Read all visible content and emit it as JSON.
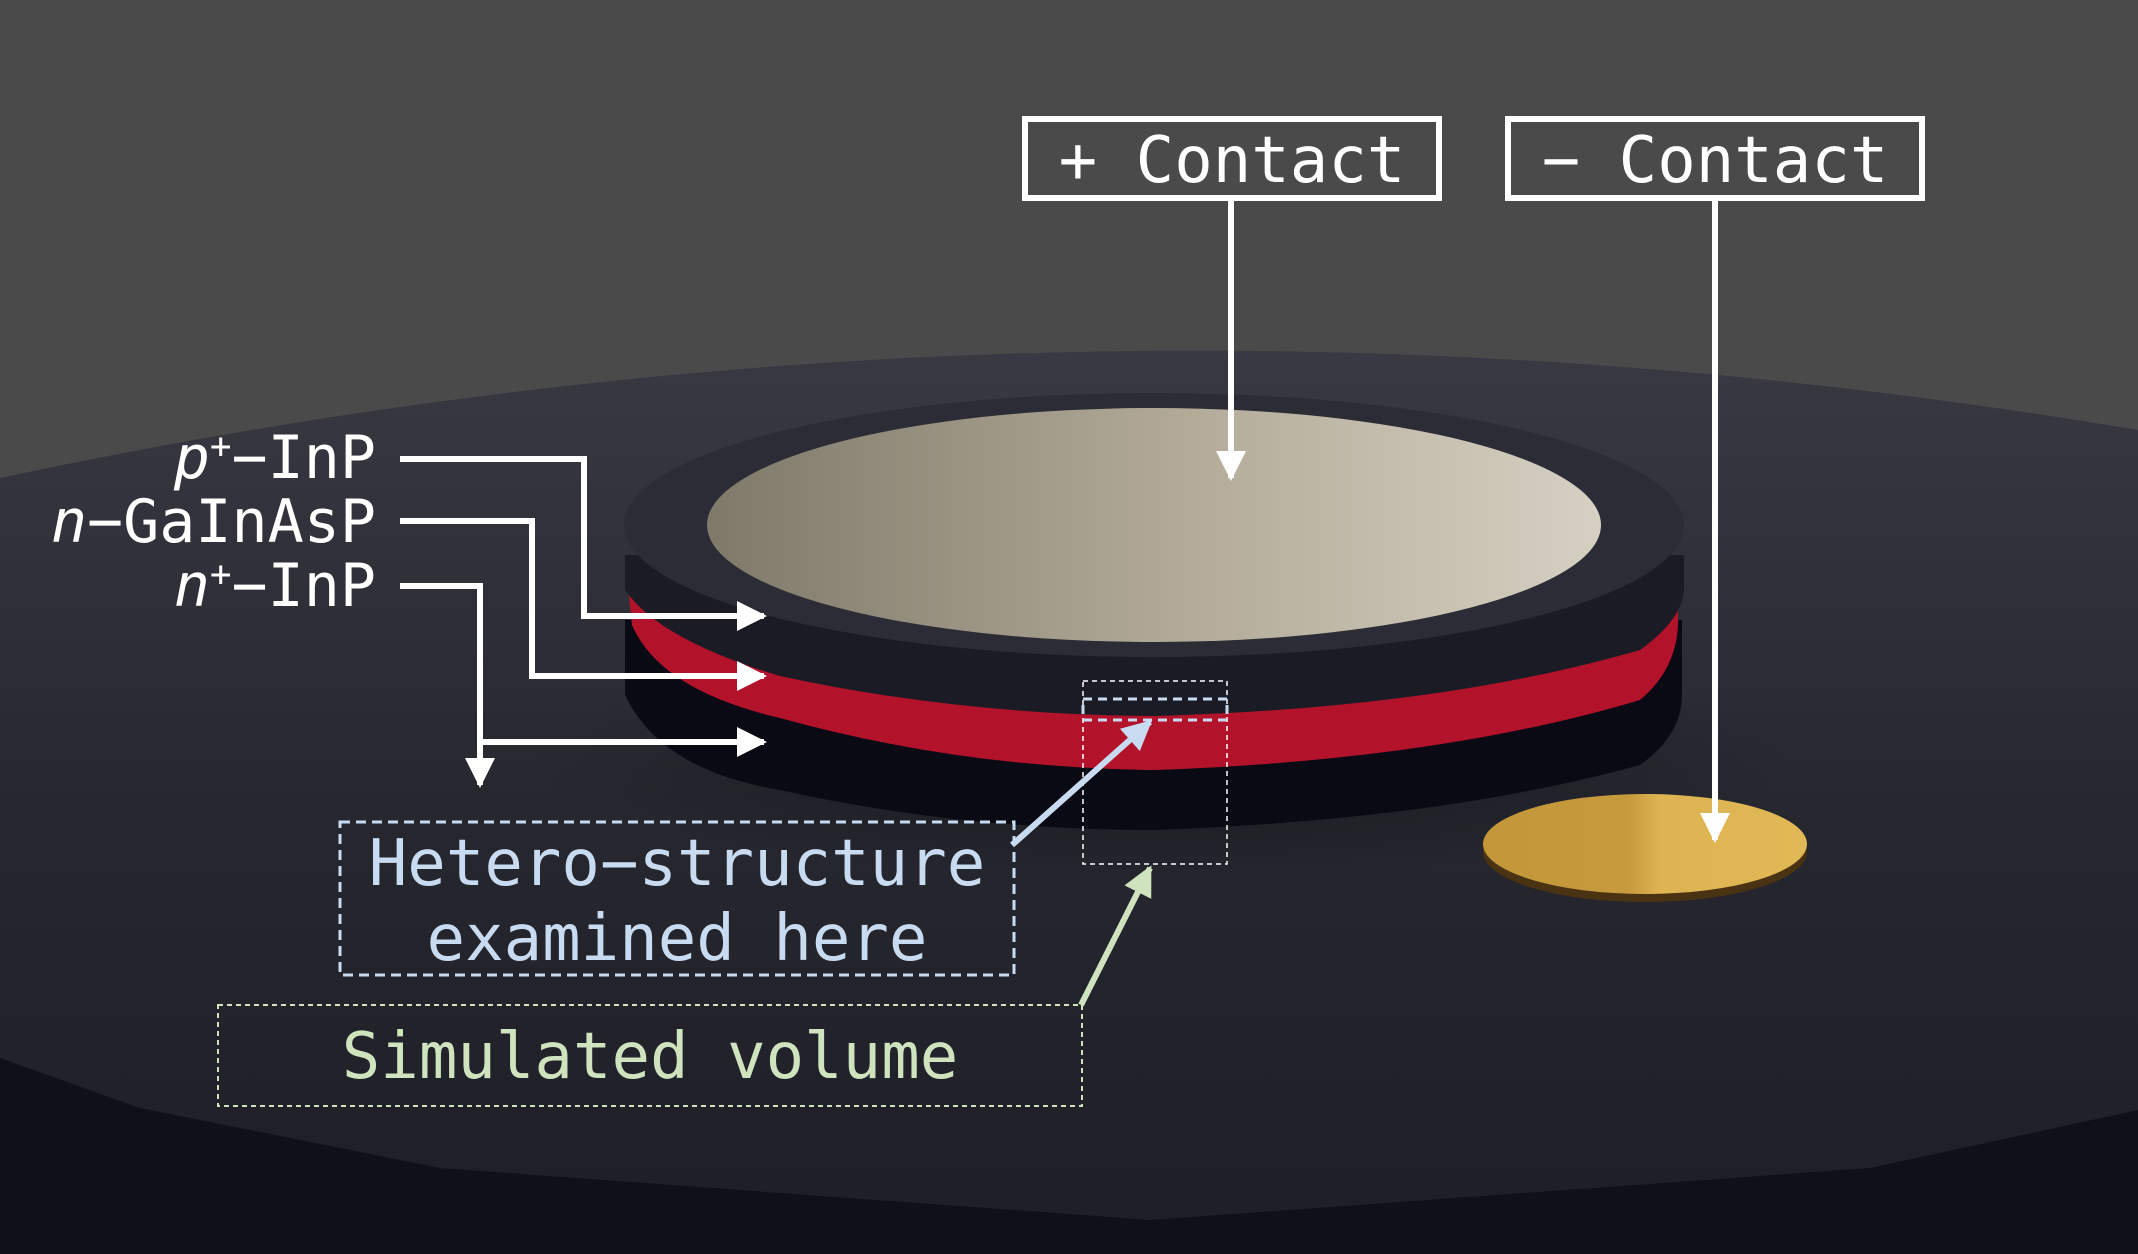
{
  "labels": {
    "plus_contact": "+ Contact",
    "minus_contact": "− Contact",
    "layer_p_italic": "p",
    "layer_p_sup": "+",
    "layer_p_rest": "−InP",
    "layer_n_italic": "n",
    "layer_n_rest": "−GaInAsP",
    "layer_nplus_italic": "n",
    "layer_nplus_sup": "+",
    "layer_nplus_rest": "−InP",
    "hetero_line1": "Hetero−structure",
    "hetero_line2": "examined here",
    "simulated": "Simulated volume"
  },
  "colors": {
    "background_top": "#4a4a4a",
    "platform": "#23242c",
    "mesa_layer_dark": "#0b0b17",
    "active_layer_red": "#b2122a",
    "top_contact_light": "#d2cbbd",
    "top_contact_dark": "#807a6a",
    "bottom_contact_gold": "#dcb250",
    "label_white": "#ffffff",
    "hetero_blue": "#c9dbf0",
    "simulated_green": "#cfe3be"
  }
}
